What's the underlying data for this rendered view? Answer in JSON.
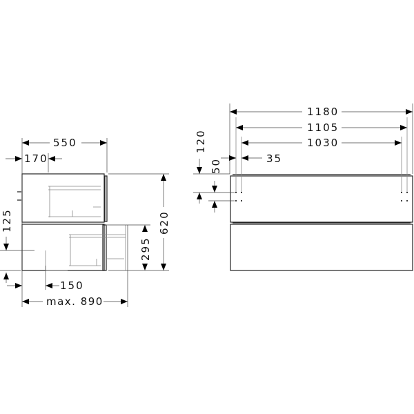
{
  "side_view": {
    "dimensions": {
      "depth": "550",
      "offset_top": "170",
      "height_total": "620",
      "lower_height": "295",
      "side_height": "125",
      "bottom_offset": "150",
      "max_depth": "max. 890"
    }
  },
  "front_view": {
    "dimensions": {
      "width": "1180",
      "width_inner": "1105",
      "width_holes": "1030",
      "edge_offset": "35",
      "top_offset": "120",
      "hole_spacing": "50"
    }
  }
}
